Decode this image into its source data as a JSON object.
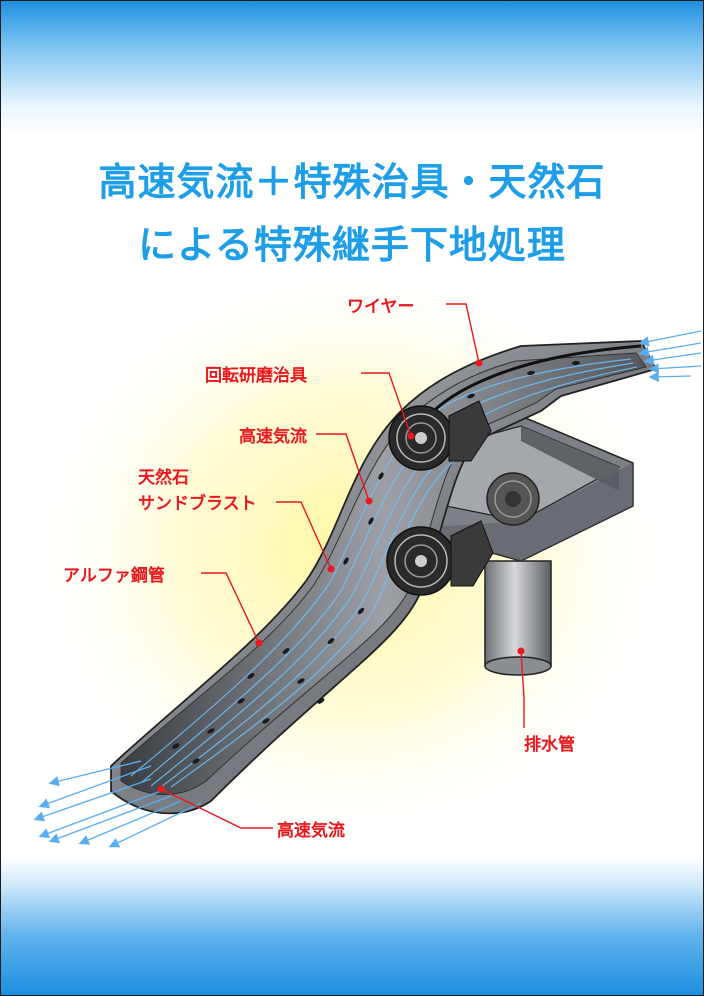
{
  "title": {
    "line1": "高速気流＋特殊治具・天然石",
    "line2": "による特殊継手下地処理"
  },
  "labels": {
    "wire": "ワイヤー",
    "rotary_jig": "回転研磨治具",
    "airflow_upper": "高速気流",
    "natural_stone_1": "天然石",
    "natural_stone_2": "サンドブラスト",
    "alpha_pipe": "アルファ鋼管",
    "drain_pipe": "排水管",
    "airflow_lower": "高速気流"
  },
  "colors": {
    "title": "#1e9ee6",
    "label": "#e8181e",
    "steel": "#8a8d92",
    "steel_dark": "#4a4d52",
    "airflow": "#5aaef0",
    "glow": "#fff7a0"
  }
}
